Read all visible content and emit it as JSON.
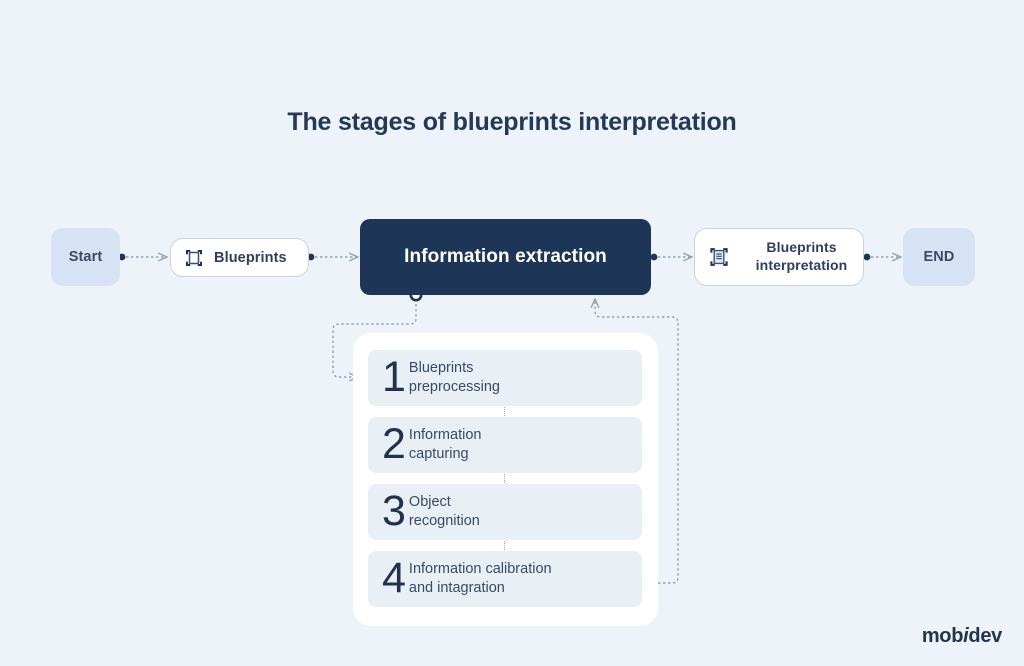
{
  "page": {
    "background_color": "#edf3f8",
    "title": "The stages of blueprints interpretation"
  },
  "colors": {
    "background": "#edf3f8",
    "primary_dark": "#1d3557",
    "terminator_fill": "#d7e3f4",
    "card_white": "#ffffff",
    "step_fill": "#e8eff5",
    "text_dark": "#253858",
    "text_muted": "#3b4a63",
    "connector": "#8da0b6"
  },
  "flow": {
    "start": {
      "label": "Start"
    },
    "blueprints": {
      "label": "Blueprints",
      "icon": "selection-frame-icon"
    },
    "extraction": {
      "label": "Information extraction"
    },
    "interpretation": {
      "label": "Blueprints\ninterpretation",
      "line1": "Blueprints",
      "line2": "interpretation",
      "icon": "document-in-frame-icon"
    },
    "end": {
      "label": "END"
    }
  },
  "steps": [
    {
      "number": "1",
      "label": "Blueprints\npreprocessing"
    },
    {
      "number": "2",
      "label": "Information\ncapturing"
    },
    {
      "number": "3",
      "label": "Object\nrecognition"
    },
    {
      "number": "4",
      "label": "Information calibration\nand  intagration"
    }
  ],
  "logo": {
    "prefix": "mob",
    "italic": "i",
    "suffix": "dev"
  }
}
